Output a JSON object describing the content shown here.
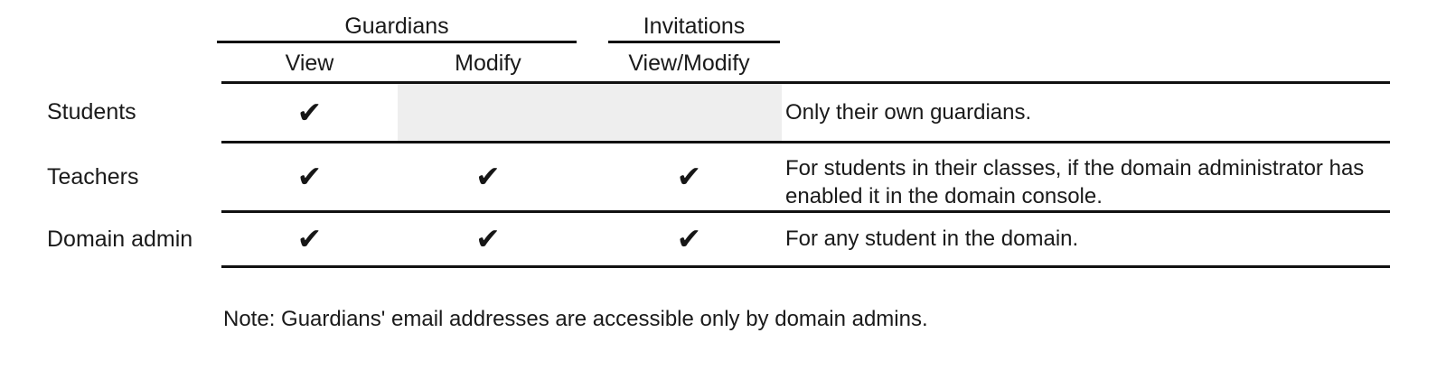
{
  "table": {
    "group_headers": [
      {
        "label": "Guardians",
        "spans": [
          "View",
          "Modify"
        ]
      },
      {
        "label": "Invitations",
        "spans": [
          "View/Modify"
        ]
      }
    ],
    "column_headers": {
      "row_label": "",
      "view": "View",
      "modify": "Modify",
      "view_modify": "View/Modify",
      "notes": ""
    },
    "check_glyph": "✔",
    "shaded_color": "#eeeeee",
    "rule_color": "#111111",
    "rows": [
      {
        "label": "Students",
        "view": "✔",
        "modify": "",
        "view_modify": "",
        "modify_shaded": true,
        "view_modify_shaded": true,
        "note": "Only their own guardians."
      },
      {
        "label": "Teachers",
        "view": "✔",
        "modify": "✔",
        "view_modify": "✔",
        "modify_shaded": false,
        "view_modify_shaded": false,
        "note": "For students in their classes, if the domain administrator has enabled it in the domain console."
      },
      {
        "label": "Domain admin",
        "view": "✔",
        "modify": "✔",
        "view_modify": "✔",
        "modify_shaded": false,
        "view_modify_shaded": false,
        "note": "For any student in the domain."
      }
    ]
  },
  "footnote": "Note: Guardians' email addresses are accessible only by domain admins."
}
